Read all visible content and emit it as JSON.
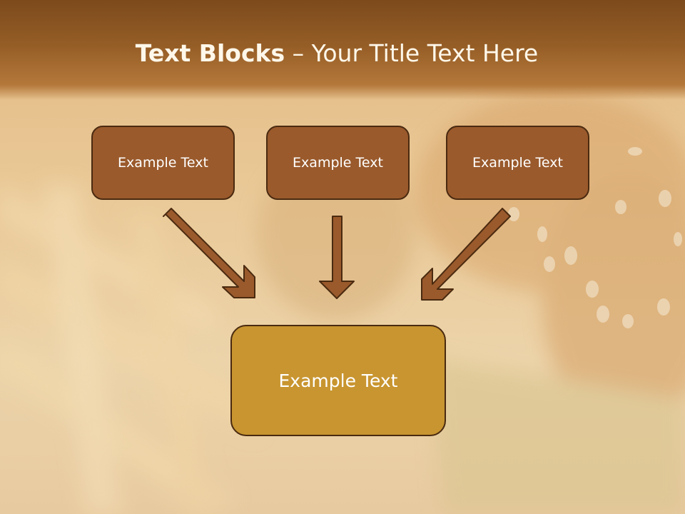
{
  "title": {
    "bold": "Text Blocks",
    "dash": " – ",
    "rest": "Your Title Text Here"
  },
  "boxes": {
    "left": "Example Text",
    "center": "Example Text",
    "right": "Example Text",
    "bottom": "Example Text"
  },
  "colors": {
    "title_band": "#7c4a1c",
    "small_box_fill": "#9a5a2c",
    "large_box_fill": "#c89530",
    "arrow_fill": "#9a5a2c",
    "border": "#4a2a10"
  }
}
